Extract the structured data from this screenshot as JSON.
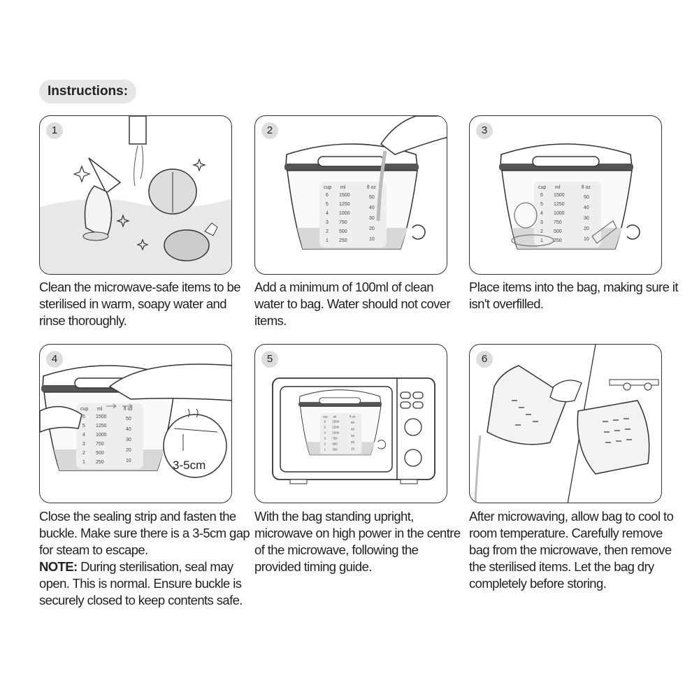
{
  "title": "Instructions:",
  "scale": {
    "headers": [
      "cup",
      "ml",
      "fl oz"
    ],
    "cup": [
      "6",
      "5",
      "4",
      "3",
      "2",
      "1"
    ],
    "ml": [
      "1500",
      "1250",
      "1000",
      "750",
      "500",
      "250"
    ],
    "floz": [
      "50",
      "40",
      "30",
      "20",
      "10"
    ]
  },
  "gap_label": "3-5cm",
  "steps": [
    {
      "number": "1",
      "text": "Clean the microwave-safe items to be sterilised in warm, soapy water and rinse thoroughly."
    },
    {
      "number": "2",
      "text": "Add a minimum of 100ml of clean water to bag. Water should not cover items."
    },
    {
      "number": "3",
      "text": "Place items into the bag, making sure it isn't overfilled."
    },
    {
      "number": "4",
      "text": "Close the sealing strip and fasten the buckle. Make sure there is a 3-5cm gap for steam to escape.",
      "note_label": "NOTE:",
      "note": " During sterilisation, seal may open. This is normal. Ensure buckle is securely closed to keep contents safe."
    },
    {
      "number": "5",
      "text": "With the bag standing upright, microwave on high power in the centre of the microwave, following the provided timing guide."
    },
    {
      "number": "6",
      "text": "After microwaving, allow bag to cool to room temperature. Carefully remove bag from the microwave, then remove the sterilised items. Let the bag dry completely before storing."
    }
  ]
}
